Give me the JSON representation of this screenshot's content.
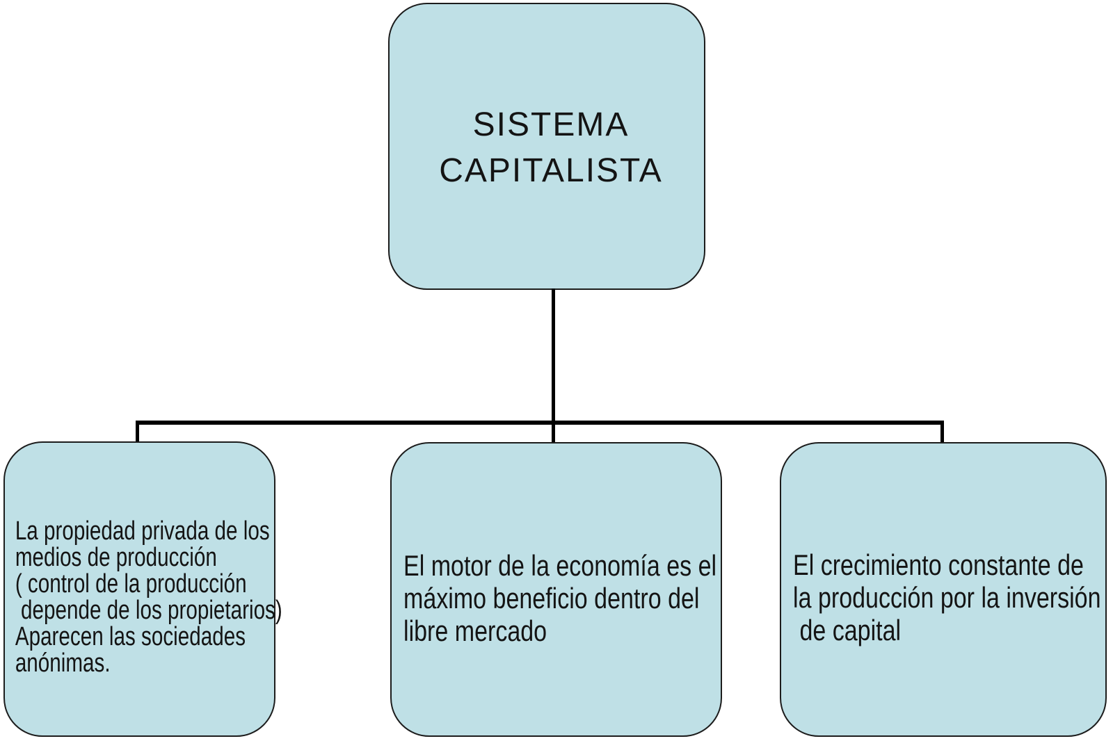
{
  "diagram": {
    "root": {
      "label": "SISTEMA\nCAPITALISTA"
    },
    "children": [
      {
        "id": "propiedad-privada",
        "text": "La propiedad privada de los\nmedios de producción\n( control de la producción\n depende de los propietarios)\nAparecen las sociedades\nanónimas."
      },
      {
        "id": "motor-economia",
        "text": "El motor de la economía es el\nmáximo beneficio dentro del\nlibre mercado"
      },
      {
        "id": "crecimiento-produccion",
        "text": "El crecimiento constante de\nla producción por la inversión\n de capital"
      }
    ],
    "colors": {
      "node_fill": "#BFE0E6",
      "node_border": "#1C1C1C",
      "connector": "#000000",
      "background": "#FFFFFF",
      "text": "#141414"
    }
  }
}
